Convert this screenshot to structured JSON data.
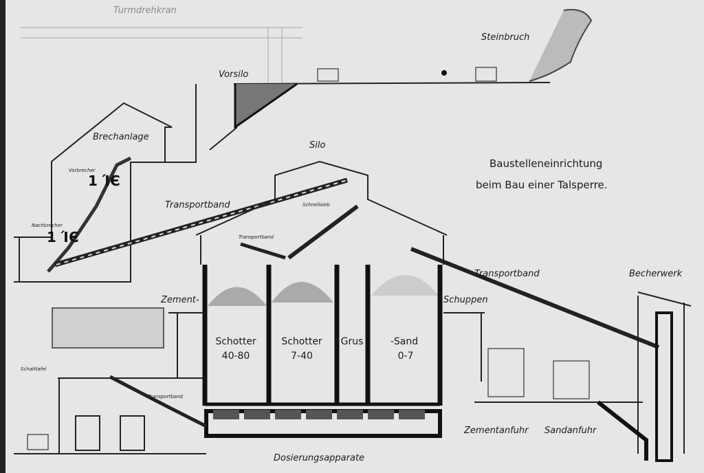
{
  "title": {
    "line1": "Baustelleneinrichtung",
    "line2": "beim Bau einer Talsperre."
  },
  "labels": {
    "turmdrehkran": "Turmdrehkran",
    "steinbruch": "Steinbruch",
    "vorsilo": "Vorsilo",
    "brechanlage": "Brechanlage",
    "vorbrecher": "Vorbrecher",
    "nachbrecher": "Nachbrecher",
    "silo": "Silo",
    "transportband_upper": "Transportband",
    "schnellsieb": "Schnellsieb",
    "transportband_small": "Transportband",
    "zement": "Zement-",
    "schuppen": "Schuppen",
    "transportband_right": "Transportband",
    "becherwerk": "Becherwerk",
    "schalttafel": "Schalttafel",
    "transportband_lower": "Transportband",
    "zementanfuhr": "Zementanfuhr",
    "sandanfuhr": "Sandanfuhr",
    "dosierungsapparate": "Dosierungsapparate"
  },
  "bins": [
    {
      "name": "Schotter",
      "range": "40-80"
    },
    {
      "name": "Schotter",
      "range": "7-40"
    },
    {
      "name": "Grus",
      "range": ""
    },
    {
      "name": "-Sand",
      "range": "0-7"
    }
  ]
}
